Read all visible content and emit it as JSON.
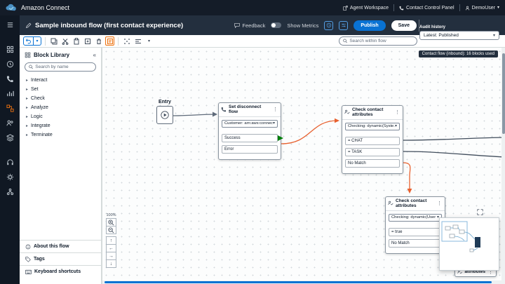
{
  "colors": {
    "accent_blue": "#0972d3",
    "active_orange": "#ec7211",
    "wire_orange": "#e8612f",
    "wire_dark": "#414d5c",
    "wire_gray": "#5f6b7a",
    "success_green": "#037f0c",
    "topbar_bg": "#141c28",
    "header_bg": "#232f3e"
  },
  "icons": {
    "caret_down": "▾",
    "kebab": "⋮",
    "collapse": "«",
    "chevron_right": "▸",
    "arrow_up": "↑",
    "arrow_down": "↓",
    "arrow_left": "←",
    "arrow_right": "→",
    "zoom_in": "+",
    "zoom_out": "−"
  },
  "topbar": {
    "app_name": "Amazon Connect",
    "agent_workspace": "Agent Workspace",
    "contact_control_panel": "Contact Control Panel",
    "user": "DemoUser"
  },
  "header": {
    "title": "Sample inbound flow (first contact experience)",
    "feedback_label": "Feedback",
    "show_metrics_label": "Show Metrics",
    "publish_label": "Publish",
    "save_label": "Save",
    "audit_history_label": "Audit history",
    "audit_history_value": "Latest: Published"
  },
  "toolbar": {
    "search_placeholder": "Search within flow"
  },
  "library": {
    "title": "Block Library",
    "search_placeholder": "Search by name",
    "categories": [
      "Interact",
      "Set",
      "Check",
      "Analyze",
      "Logic",
      "Integrate",
      "Terminate"
    ],
    "footer": [
      "About this flow",
      "Tags",
      "Keyboard shortcuts"
    ]
  },
  "canvas": {
    "badge": "Contact flow (inbound): 16 blocks used",
    "zoom_level": "100%",
    "nodes": {
      "entry": {
        "label": "Entry"
      },
      "set_disconnect": {
        "title": "Set disconnect flow",
        "param": "Customer: arn:aws:connec...",
        "outputs": [
          "Success",
          "Error"
        ]
      },
      "check1": {
        "title": "Check contact attributes",
        "param": "Checking: dynamic(Syste...",
        "outputs": [
          "= CHAT",
          "= TASK",
          "No Match"
        ]
      },
      "check2": {
        "title": "Check contact attributes",
        "param": "Checking: dynamic(User d...",
        "outputs": [
          "= true",
          "No Match"
        ]
      },
      "partial": {
        "title": "attributes"
      }
    }
  }
}
